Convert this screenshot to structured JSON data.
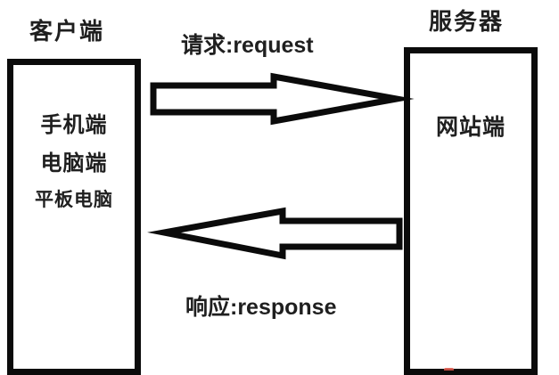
{
  "diagram": {
    "client_box": {
      "title": "客户端",
      "items": [
        "手机端",
        "电脑端",
        "平板电脑"
      ]
    },
    "server_box": {
      "title": "服务器",
      "items": [
        "网站端"
      ]
    },
    "arrows": [
      {
        "name": "request",
        "direction": "right",
        "label": "请求:request"
      },
      {
        "name": "response",
        "direction": "left",
        "label": "响应:response"
      }
    ],
    "colors": {
      "line": "#0b0b0b",
      "text": "#1f1f1f",
      "background": "#ffffff",
      "red_mark": "#e2594e"
    }
  }
}
